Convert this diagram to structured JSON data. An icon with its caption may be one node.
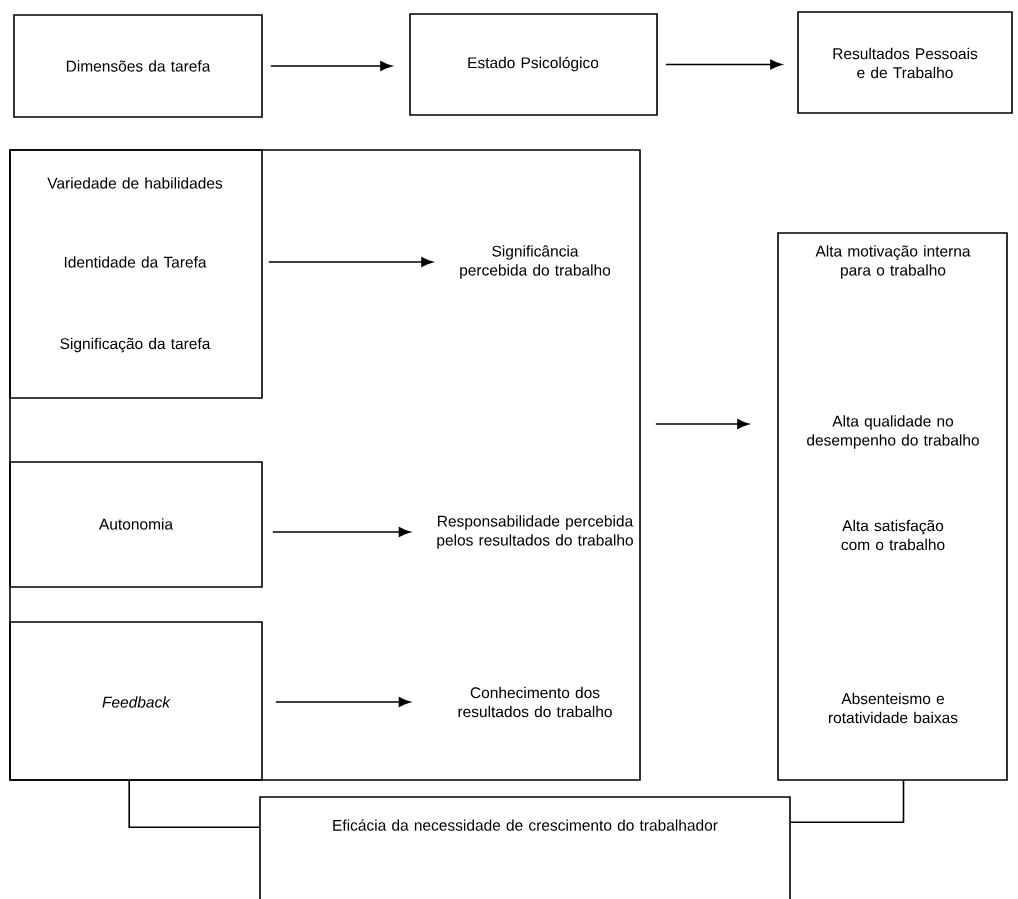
{
  "diagram": {
    "nodes": [
      {
        "text": [
          "Dimensões da tarefa"
        ]
      },
      {
        "text": [
          "Estado Psicológico"
        ]
      },
      {
        "text": [
          "Resultados Pessoais e de Trabalho"
        ]
      },
      {
        "text": [],
        "shape": "box"
      },
      {
        "text": [
          "Variedade de habilidades",
          "Identidade da Tarefa",
          "Significação da tarefa"
        ],
        "in": 3
      },
      {
        "text": [
          "Significância percebida do trabalho"
        ],
        "in": 3
      },
      {
        "text": [
          "Autonomia"
        ],
        "in": 3
      },
      {
        "text": [
          "Responsabilidade percebida pelos resultados do trabalho"
        ],
        "in": 3
      },
      {
        "text": [
          "Feedback"
        ],
        "in": 3
      },
      {
        "text": [
          "Conhecimento dos resultados do trabalho"
        ],
        "in": 3
      },
      {
        "text": [
          "Alta motivação interna para o trabalho",
          "Alta qualidade no desempenho do trabalho",
          "Alta satisfação com o trabalho",
          "Absenteismo e rotatividade baixas"
        ]
      },
      {
        "text": [
          "Eficácia da necessidade de crescimento do trabalhador"
        ]
      }
    ],
    "edges": [
      {
        "from": 0,
        "to": 1,
        "arrow": "to"
      },
      {
        "from": 1,
        "to": 2,
        "arrow": "to"
      },
      {
        "from": 4,
        "to": 5,
        "arrow": "to"
      },
      {
        "from": 6,
        "to": 7,
        "arrow": "to"
      },
      {
        "from": 8,
        "to": 9,
        "arrow": "to"
      },
      {
        "from": 3,
        "to": 10,
        "arrow": "to"
      },
      {
        "from": 3,
        "to": 11,
        "arrow": "none"
      },
      {
        "from": 10,
        "to": 11,
        "arrow": "none"
      }
    ]
  }
}
